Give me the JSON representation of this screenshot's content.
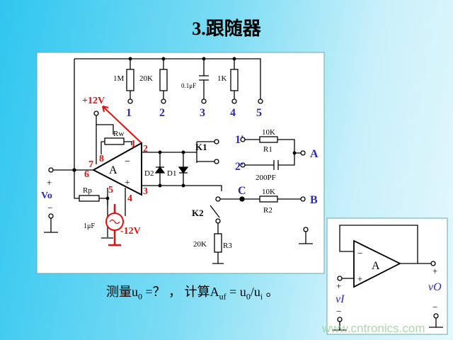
{
  "title": "3.跟随器",
  "circuit": {
    "resistor_labels": [
      "1M",
      "20K",
      "0.1μF",
      "1K"
    ],
    "terminals": [
      "1",
      "2",
      "3",
      "4",
      "5"
    ],
    "supply_pos": "+12V",
    "supply_neg": "-12V",
    "rw": "Rw",
    "rp": "Rp",
    "opamp": "A",
    "pins": [
      "1",
      "2",
      "3",
      "4",
      "5",
      "6",
      "7",
      "8"
    ],
    "minus": "−",
    "plus": "+",
    "k1": "K1",
    "k2": "K2",
    "d1": "D1",
    "d2": "D2",
    "sw1": "1'",
    "sw2": "2'",
    "r1_val": "10K",
    "r1": "R1",
    "c_val": "200PF",
    "r2_val": "10K",
    "r2": "R2",
    "r3_val": "20K",
    "r3": "R3",
    "node_a": "A",
    "node_b": "B",
    "node_c": "C",
    "vo": "Vo",
    "cap_label": "1μF",
    "vo_plus": "+",
    "vo_minus": "−"
  },
  "follower": {
    "opamp": "A",
    "vi": "vI",
    "vo": "vO",
    "minus": "−",
    "plus": "+",
    "in_plus": "+",
    "in_minus": "−",
    "out_plus": "+",
    "out_minus": "−"
  },
  "caption": {
    "t1": "测量u",
    "s1": "0",
    "t2": " =？ ， 计算A",
    "s2": "uf",
    "t3": " = u",
    "s3": "0",
    "t4": "/u",
    "s4": "i",
    "t5": " 。"
  },
  "watermark": "www.cntronics.com",
  "colors": {
    "label_blue": "#2a2ab0",
    "red": "#e01010"
  }
}
